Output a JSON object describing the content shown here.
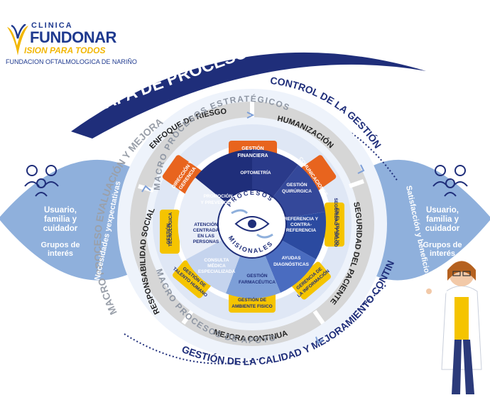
{
  "logo": {
    "clinica": "CLINICA",
    "name": "FUNDONAR",
    "slogan": "ISION PARA TODOS",
    "foundation": "FUNDACION OFTALMOLOGICA DE NARIÑO"
  },
  "title": "MAPA DE PROCESOS",
  "outer_labels": {
    "control": "CONTROL DE LA GESTIÓN",
    "calidad": "GESTIÓN DE LA CALIDAD Y MEJORAMIENTO CONTINUO",
    "evaluacion": "MACRO PROCESO EVALUACIÓN Y MEJORA"
  },
  "left": {
    "vertical": "Necesidades yexpectativas",
    "main": [
      "Usuario,",
      "familia y",
      "cuidador"
    ],
    "sub": [
      "Grupos de",
      "interés"
    ]
  },
  "right": {
    "vertical": "Satisfacción y beneficios",
    "main": [
      "Usuario,",
      "familia y",
      "cuidador"
    ],
    "sub": [
      "Grupos de",
      "interés"
    ]
  },
  "gray_ring": {
    "enfoque": "ENFOQUE DE RIESGO",
    "humanizacion": "HUMANIZACIÓN",
    "seguridad": "SEGURIDAD DEL PACIENTE",
    "mejora": "MEJORA CONTINUA",
    "responsabilidad": "RESPONSABILIDAD SOCIAL"
  },
  "macro_labels": {
    "estrategicos": "MACRO PROCESOS ESTRATÉGICOS",
    "apoyo": "MACRO PROCESOS DE APOYO"
  },
  "orange": {
    "direccion": [
      "DIRECCIÓN Y",
      "GERENCIA"
    ],
    "financiera": [
      "GESTIÓN",
      "FINANCIERA"
    ],
    "comunicaciones": "COMUNICACIONES"
  },
  "yellow": {
    "tecnologica": [
      "GESTIÓN",
      "TECNOLÓGICA"
    ],
    "seguridad_trabajo": [
      "SEGURIDAD Y SALUD",
      "EN EL TRABAJO"
    ],
    "informacion": [
      "GERENCIA DE",
      "LA INFORMACIÓN"
    ],
    "ambiente": [
      "GESTIÓN DE",
      "AMBIENTE FISICO"
    ],
    "talento": [
      "GESTIÓN DE",
      "TALENTO HUMANO"
    ]
  },
  "misionales": {
    "optometria": "OPTOMETRÍA",
    "quirurgica": [
      "GESTIÓN",
      "QUIRÚRGICA"
    ],
    "referencia": [
      "REFERENCIA Y",
      "CONTRA-",
      "REFERENCIA"
    ],
    "ayudas": [
      "AYUDAS",
      "DIAGNÓSTICAS"
    ],
    "farmaceutica": [
      "GESTIÓN",
      "FARMACÉUTICA"
    ],
    "consulta": [
      "CONSULTA",
      "MÉDICA",
      "ESPECIALIZADA"
    ],
    "atencion": [
      "ATENCIÓN",
      "CENTRADA",
      "EN LAS",
      "PERSONAS"
    ],
    "promocion": [
      "PROMOCIÓN",
      "Y PREVENCIÓN"
    ],
    "center_top": "PROCESOS",
    "center_bottom": "MISIONALES"
  },
  "colors": {
    "navy": "#1f2e7a",
    "light_blue": "#8fb0dc",
    "gray": "#d6d6d6",
    "orange": "#e8641e",
    "yellow": "#f5c400",
    "accent": "#2b4aa0"
  }
}
